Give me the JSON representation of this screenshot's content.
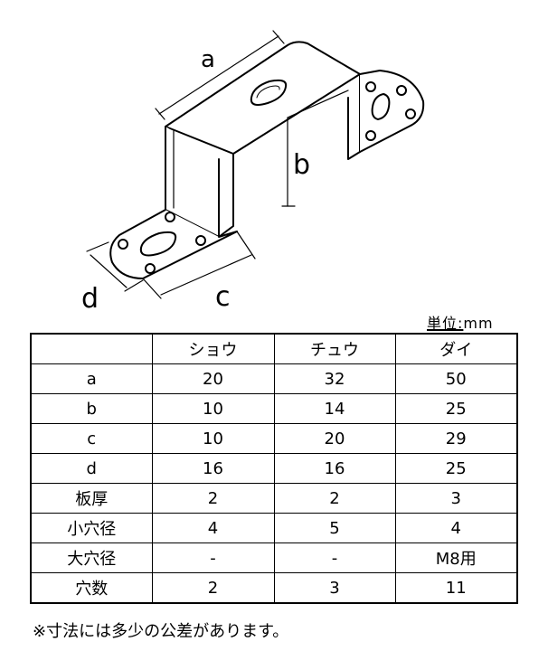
{
  "drawing": {
    "label_a": "a",
    "label_b": "b",
    "label_c": "c",
    "label_d": "d"
  },
  "unit": {
    "label": "単位:",
    "value": "mm"
  },
  "table": {
    "headers": [
      "",
      "ショウ",
      "チュウ",
      "ダイ"
    ],
    "rows": [
      [
        "a",
        "20",
        "32",
        "50"
      ],
      [
        "b",
        "10",
        "14",
        "25"
      ],
      [
        "c",
        "10",
        "20",
        "29"
      ],
      [
        "d",
        "16",
        "16",
        "25"
      ],
      [
        "板厚",
        "2",
        "2",
        "3"
      ],
      [
        "小穴径",
        "4",
        "5",
        "4"
      ],
      [
        "大穴径",
        "-",
        "-",
        "M8用"
      ],
      [
        "穴数",
        "2",
        "3",
        "11"
      ]
    ]
  },
  "note": "※寸法には多少の公差があります。"
}
